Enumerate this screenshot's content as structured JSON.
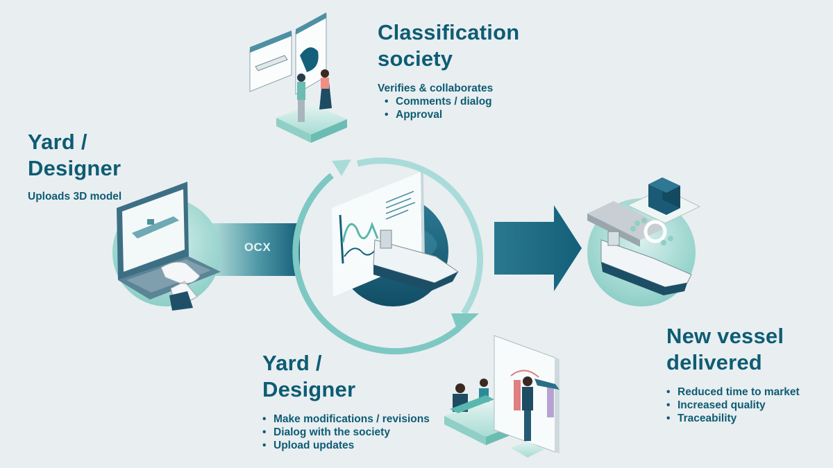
{
  "colors": {
    "background": "#e9eef1",
    "primary_text": "#0d5c73",
    "teal_light": "#9fd7d0",
    "teal_dark": "#145f79",
    "arrow_gradient_start": "#a7d9d6",
    "arrow_gradient_end": "#145f79",
    "cycle_ring": "#7ec8c3"
  },
  "classification": {
    "title_lines": [
      "Classification",
      "society"
    ],
    "subtitle": "Verifies & collaborates",
    "bullets": [
      "Comments / dialog",
      "Approval"
    ]
  },
  "yard_left": {
    "title_lines": [
      "Yard /",
      "Designer"
    ],
    "subtitle": "Uploads 3D model"
  },
  "yard_bottom": {
    "title_lines": [
      "Yard /",
      "Designer"
    ],
    "bullets": [
      "Make modifications / revisions",
      "Dialog with the society",
      "Upload updates"
    ]
  },
  "new_vessel": {
    "title_lines": [
      "New vessel",
      "delivered"
    ],
    "bullets": [
      "Reduced time to market",
      "Increased quality",
      "Traceability"
    ]
  },
  "ocx_label": "OCX",
  "icons": [
    "laptop-icon",
    "ship-icon",
    "building-icon",
    "people-icon",
    "cycle-arrow-icon",
    "window-controls-icon"
  ]
}
